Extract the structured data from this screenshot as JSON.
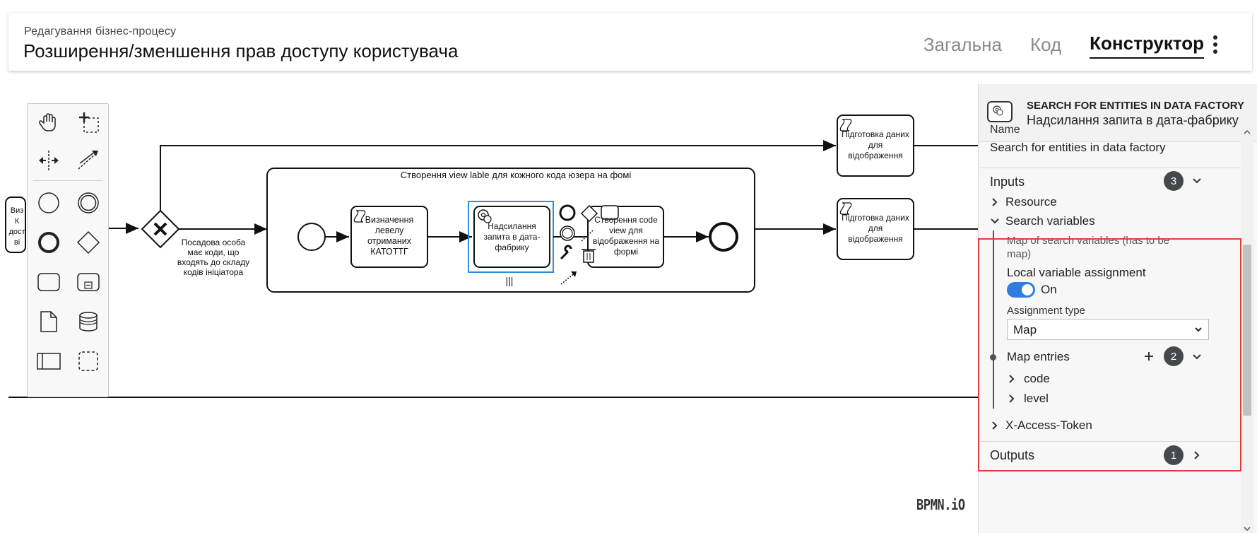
{
  "header": {
    "subtitle": "Редагування бізнес-процесу",
    "title": "Розширення/зменшення прав доступу користувача",
    "tabs": [
      {
        "label": "Загальна",
        "active": false
      },
      {
        "label": "Код",
        "active": false
      },
      {
        "label": "Конструктор",
        "active": true
      }
    ]
  },
  "diagram": {
    "subprocess_title": "Створення view lable для кожного кода юзера на фомі",
    "gateway_label": "Посадова особа має коди, що входять до складу кодів ініціатора",
    "task_define_level": "Визначення левелу отриманих КАТОТТГ",
    "task_send_request": "Надсилання запита в дата-фабрику",
    "task_create_view": "Створення code view для відображення на формі",
    "task_prepare_1": "Підготовка даних для відображення",
    "task_prepare_2": "Підготовка даних для відображення",
    "left_partial": "Виз К дост ві",
    "multi_instance_marker": "|||",
    "logo": "BPMN.iO"
  },
  "panel": {
    "element_type": "SEARCH FOR ENTITIES IN DATA FACTORY",
    "element_name": "Надсилання запита в дата-фабрику",
    "name_label": "Name",
    "name_value": "Search for entities in data factory",
    "inputs_label": "Inputs",
    "inputs_count": "3",
    "resource_label": "Resource",
    "search_variables_label": "Search variables",
    "search_variables_desc": "Map of search variables (has to be map)",
    "local_var_label": "Local variable assignment",
    "toggle_state": "On",
    "assignment_type_label": "Assignment type",
    "assignment_type_value": "Map",
    "map_entries_label": "Map entries",
    "map_entries_count": "2",
    "entry_1": "code",
    "entry_2": "level",
    "x_access_token_label": "X-Access-Token",
    "outputs_label": "Outputs",
    "outputs_count": "1",
    "highlight_color": "#e23d3d",
    "toggle_color": "#2f7de1"
  }
}
